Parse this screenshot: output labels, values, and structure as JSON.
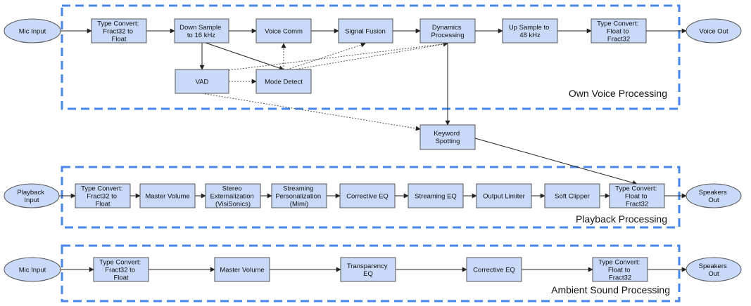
{
  "groups": {
    "own_voice": "Own Voice Processing",
    "playback": "Playback Processing",
    "ambient": "Ambient Sound Processing"
  },
  "nodes": {
    "own_voice": {
      "mic_input": [
        "Mic Input"
      ],
      "type_convert_in": [
        "Type Convert:",
        "Fract32 to",
        "Float"
      ],
      "down_sample": [
        "Down Sample",
        "to 16 kHz"
      ],
      "voice_comm": [
        "Voice Comm"
      ],
      "signal_fusion": [
        "Signal Fusion"
      ],
      "dynamics_processing": [
        "Dynamics",
        "Processing"
      ],
      "up_sample": [
        "Up Sample to",
        "48 kHz"
      ],
      "type_convert_out": [
        "Type Convert:",
        "Float to",
        "Fract32"
      ],
      "voice_out": [
        "Voice Out"
      ],
      "vad": [
        "VAD"
      ],
      "mode_detect": [
        "Mode Detect"
      ],
      "keyword_spotting": [
        "Keyword",
        "Spotting"
      ]
    },
    "playback": {
      "playback_input": [
        "Playback",
        "Input"
      ],
      "type_convert_in": [
        "Type Convert:",
        "Fract32 to",
        "Float"
      ],
      "master_volume": [
        "Master Volume"
      ],
      "stereo_externalization": [
        "Stereo",
        "Externalization",
        "(VisiSonics)"
      ],
      "streaming_personalization": [
        "Streaming",
        "Personalization",
        "(Mimi)"
      ],
      "corrective_eq": [
        "Corrective EQ"
      ],
      "streaming_eq": [
        "Streaming EQ"
      ],
      "output_limiter": [
        "Output Limiter"
      ],
      "soft_clipper": [
        "Soft Clipper"
      ],
      "type_convert_out": [
        "Type Convert:",
        "Float to",
        "Fract32"
      ],
      "speakers_out": [
        "Speakers",
        "Out"
      ]
    },
    "ambient": {
      "mic_input": [
        "Mic Input"
      ],
      "type_convert_in": [
        "Type Convert:",
        "Fract32 to",
        "Float"
      ],
      "master_volume": [
        "Master Volume"
      ],
      "transparency_eq": [
        "Transparency",
        "EQ"
      ],
      "corrective_eq": [
        "Corrective EQ"
      ],
      "type_convert_out": [
        "Type Convert:",
        "Float to",
        "Fract32"
      ],
      "speakers_out": [
        "Speakers",
        "Out"
      ]
    }
  },
  "colors": {
    "node_fill": "#c9daf8",
    "group_border": "#4a86e8",
    "edge": "#222222"
  }
}
